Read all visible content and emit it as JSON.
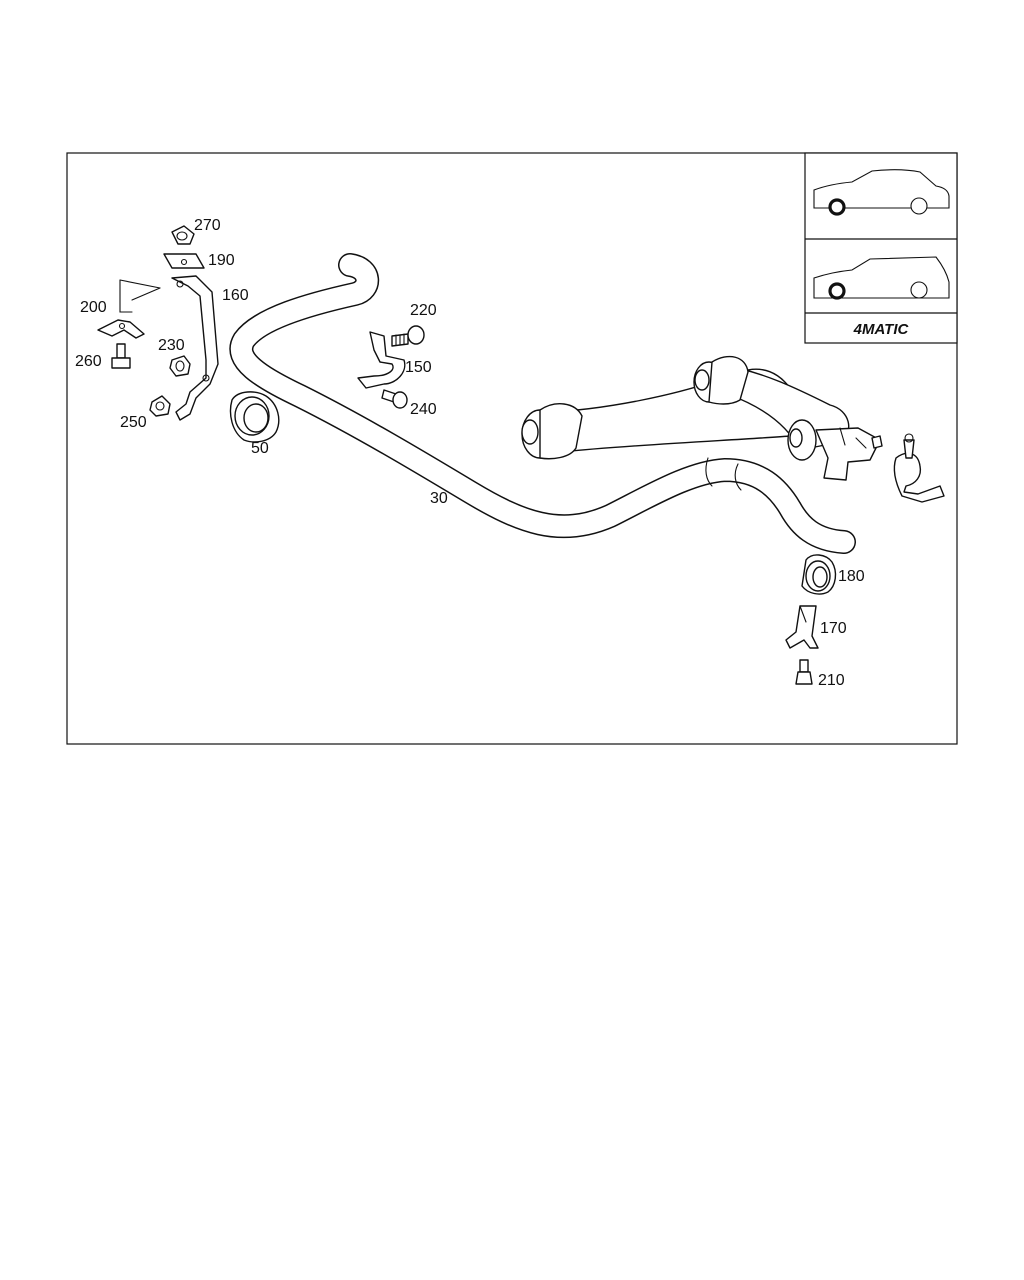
{
  "callouts": [
    {
      "id": "270",
      "text": "270"
    },
    {
      "id": "190",
      "text": "190"
    },
    {
      "id": "160",
      "text": "160"
    },
    {
      "id": "200",
      "text": "200"
    },
    {
      "id": "230",
      "text": "230"
    },
    {
      "id": "260",
      "text": "260"
    },
    {
      "id": "250",
      "text": "250"
    },
    {
      "id": "50",
      "text": "50"
    },
    {
      "id": "220",
      "text": "220"
    },
    {
      "id": "150",
      "text": "150"
    },
    {
      "id": "240",
      "text": "240"
    },
    {
      "id": "30",
      "text": "30"
    },
    {
      "id": "180",
      "text": "180"
    },
    {
      "id": "170",
      "text": "170"
    },
    {
      "id": "210",
      "text": "210"
    }
  ],
  "legend": {
    "badge_text": "4MATIC",
    "vehicles": [
      "sedan",
      "wagon"
    ],
    "highlighted_wheel": "front"
  }
}
